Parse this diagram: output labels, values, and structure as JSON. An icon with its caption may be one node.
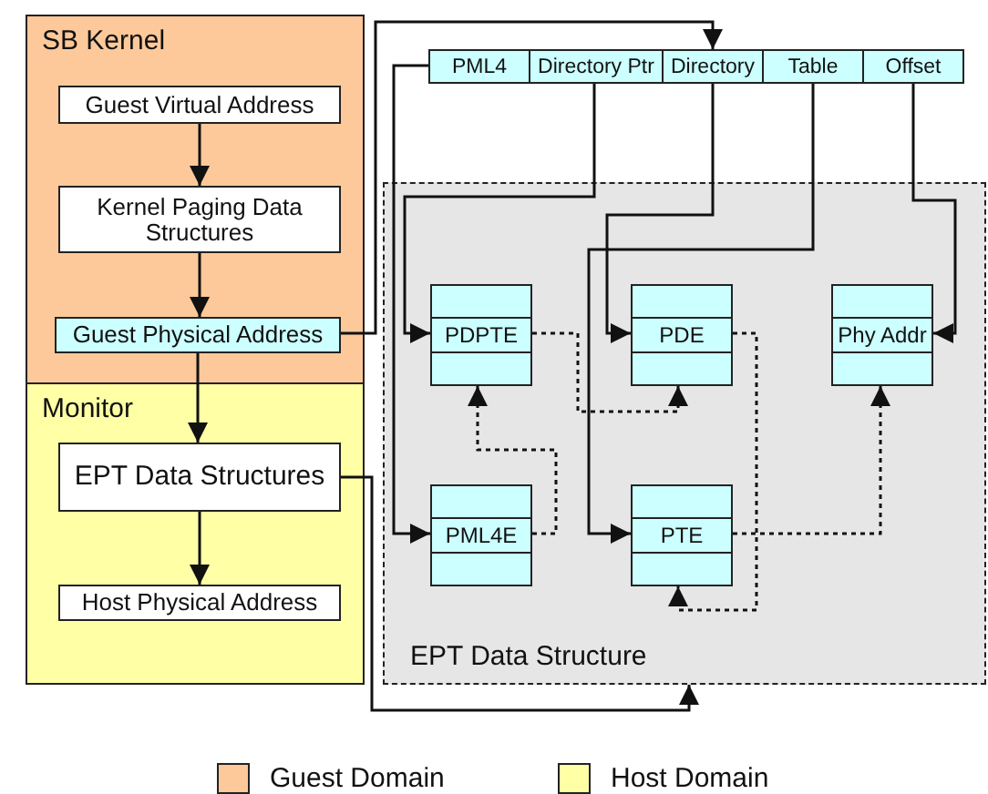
{
  "diagram": {
    "nodes": [
      {
        "text": [
          "SB Kernel"
        ]
      },
      {
        "text": [
          "Guest Virtual Address"
        ],
        "in": 0
      },
      {
        "text": [
          "Kernel Paging Data Structures"
        ],
        "in": 0
      },
      {
        "text": [
          "Guest Physical Address"
        ],
        "in": 0
      },
      {
        "text": [
          "Monitor"
        ]
      },
      {
        "text": [
          "EPT Data Structures"
        ],
        "in": 4
      },
      {
        "text": [
          "Host Physical Address"
        ],
        "in": 4
      },
      {
        "text": [
          "EPT Data Structure"
        ]
      },
      {
        "text": [
          "PML4"
        ]
      },
      {
        "text": [
          "Directory Ptr"
        ]
      },
      {
        "text": [
          "Directory"
        ]
      },
      {
        "text": [
          "Table"
        ]
      },
      {
        "text": [
          "Offset"
        ]
      },
      {
        "text": [
          "PDPTE"
        ],
        "in": 7
      },
      {
        "text": [
          "PDE"
        ],
        "in": 7
      },
      {
        "text": [
          "Phy Addr"
        ],
        "in": 7
      },
      {
        "text": [
          "PML4E"
        ],
        "in": 7
      },
      {
        "text": [
          "PTE"
        ],
        "in": 7
      }
    ],
    "edges": [
      {
        "from": 1,
        "to": 2,
        "arrow": "to"
      },
      {
        "from": 2,
        "to": 3,
        "arrow": "to"
      },
      {
        "from": 3,
        "to": 5,
        "arrow": "to"
      },
      {
        "from": 5,
        "to": 6,
        "arrow": "to"
      },
      {
        "from": 3,
        "to": 10,
        "arrow": "to"
      },
      {
        "from": 5,
        "to": 7,
        "arrow": "to"
      },
      {
        "from": 8,
        "to": 16,
        "arrow": "to"
      },
      {
        "from": 9,
        "to": 13,
        "arrow": "to"
      },
      {
        "from": 10,
        "to": 14,
        "arrow": "to"
      },
      {
        "from": 11,
        "to": 17,
        "arrow": "to"
      },
      {
        "from": 12,
        "to": 15,
        "arrow": "to"
      },
      {
        "from": 16,
        "to": 13,
        "arrow": "to",
        "style": "dashed"
      },
      {
        "from": 13,
        "to": 14,
        "arrow": "to",
        "style": "dashed"
      },
      {
        "from": 14,
        "to": 17,
        "arrow": "to",
        "style": "dashed"
      },
      {
        "from": 17,
        "to": 15,
        "arrow": "to",
        "style": "dashed"
      }
    ],
    "legend": [
      {
        "text": "Guest Domain",
        "color": "#fdc99a"
      },
      {
        "text": "Host Domain",
        "color": "#ffffa6"
      }
    ]
  }
}
